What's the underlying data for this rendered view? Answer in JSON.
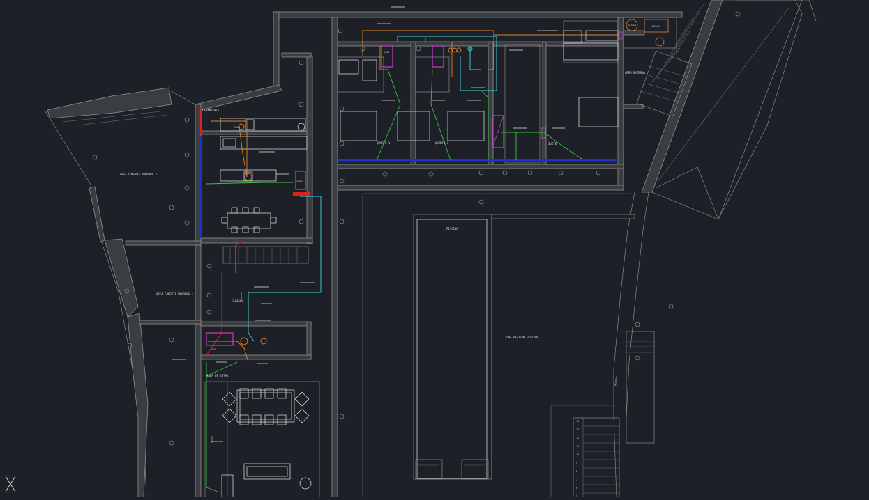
{
  "palette": {
    "background": "#1d2127",
    "wall": "#8f8f8f",
    "hot_water": "#e0832a",
    "cold_water": "#3fd4d8",
    "drain": "#3ec23e",
    "gas": "#e02020",
    "heater": "#c83cc8",
    "fuel_line": "#2030c8"
  },
  "rooms": {
    "lavanderia": "LAVANDERIA",
    "quarto1": "QUARTO 1",
    "quarto2": "QUARTO 2",
    "suite": "SUITE",
    "area_externa": "ÁREA EXTERNA",
    "piscina": "PISCINA",
    "zona_pisc": "ZONA DESTINO PISCINA",
    "area_coberta2": "ÁREA COBERTA MANOBRA 2",
    "area_coberta1": "ÁREA COBERTA MANOBRA 1",
    "garagem": "GARAGEM",
    "sala": "SALA DE ESTAR",
    "acesso": "acesso"
  },
  "equipment": {
    "vaso": "VASO",
    "vaso2": "VASO",
    "vaso3": "VASO",
    "aquecedor": "AQUEC",
    "boiler": "BOILER",
    "boiler2": "BOILER"
  },
  "stair_steps": [
    "14",
    "13",
    "12",
    "11",
    "10",
    "9",
    "8",
    "7",
    "6",
    "5"
  ],
  "coordinate_icon": "ucs-x-icon"
}
